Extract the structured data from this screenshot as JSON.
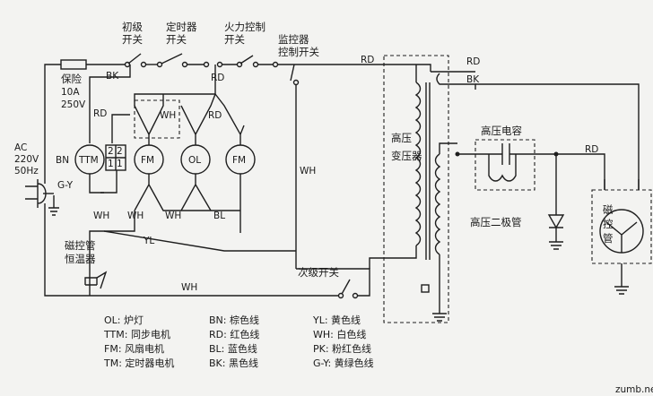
{
  "switches": {
    "primary": "初级\n开关",
    "timer": "定时器\n开关",
    "power": "火力控制\n开关",
    "monitor": "监控器\n控制开关",
    "secondary": "次级开关"
  },
  "fuse": {
    "name": "保险",
    "rating": "10A\n250V"
  },
  "supply": {
    "ac": "AC\n220V\n50Hz",
    "gy": "G-Y"
  },
  "thermostat": "磁控管\n恒温器",
  "components": {
    "transformer": "高压\n变压器",
    "capacitor": "高压电容",
    "diode": "高压二极管",
    "magnetron": "磁\n控\n管",
    "ttm": "TTM",
    "fm1": "FM",
    "ol": "OL",
    "fm2": "FM",
    "term_top": "2 2",
    "term_bottom": "1 1"
  },
  "wires": {
    "bk": "BK",
    "rd": "RD",
    "bn": "BN",
    "bl": "BL",
    "wh": "WH",
    "yl": "YL"
  },
  "legend_left": [
    "OL: 炉灯",
    "TTM: 同步电机",
    "FM: 风扇电机",
    "TM: 定时器电机"
  ],
  "legend_mid": [
    "BN: 棕色线",
    "RD: 红色线",
    "BL: 蓝色线",
    "BK: 黑色线"
  ],
  "legend_right": [
    "YL: 黄色线",
    "WH: 白色线",
    "PK: 粉红色线",
    "G-Y: 黄绿色线"
  ],
  "watermark": "zumb.net"
}
